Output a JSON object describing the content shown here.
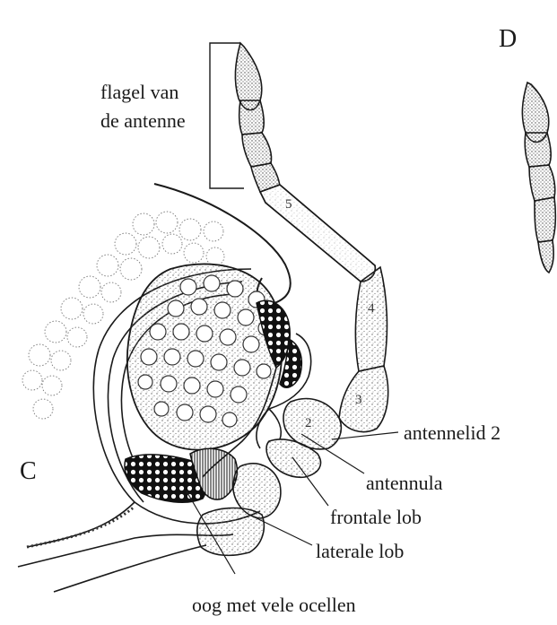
{
  "panels": {
    "left": "C",
    "right": "D"
  },
  "labels": {
    "flagel_line1": "flagel van",
    "flagel_line2": "de antenne",
    "antennelid": "antennelid 2",
    "antennula": "antennula",
    "frontale_lob": "frontale lob",
    "laterale_lob": "laterale lob",
    "oog": "oog met vele ocellen"
  },
  "segment_numbers": {
    "s2": "2",
    "s3": "3",
    "s4": "4",
    "s5": "5"
  },
  "colors": {
    "ink": "#1a1a1a",
    "stipple": "#555555",
    "dark_ocelli": "#111111"
  }
}
